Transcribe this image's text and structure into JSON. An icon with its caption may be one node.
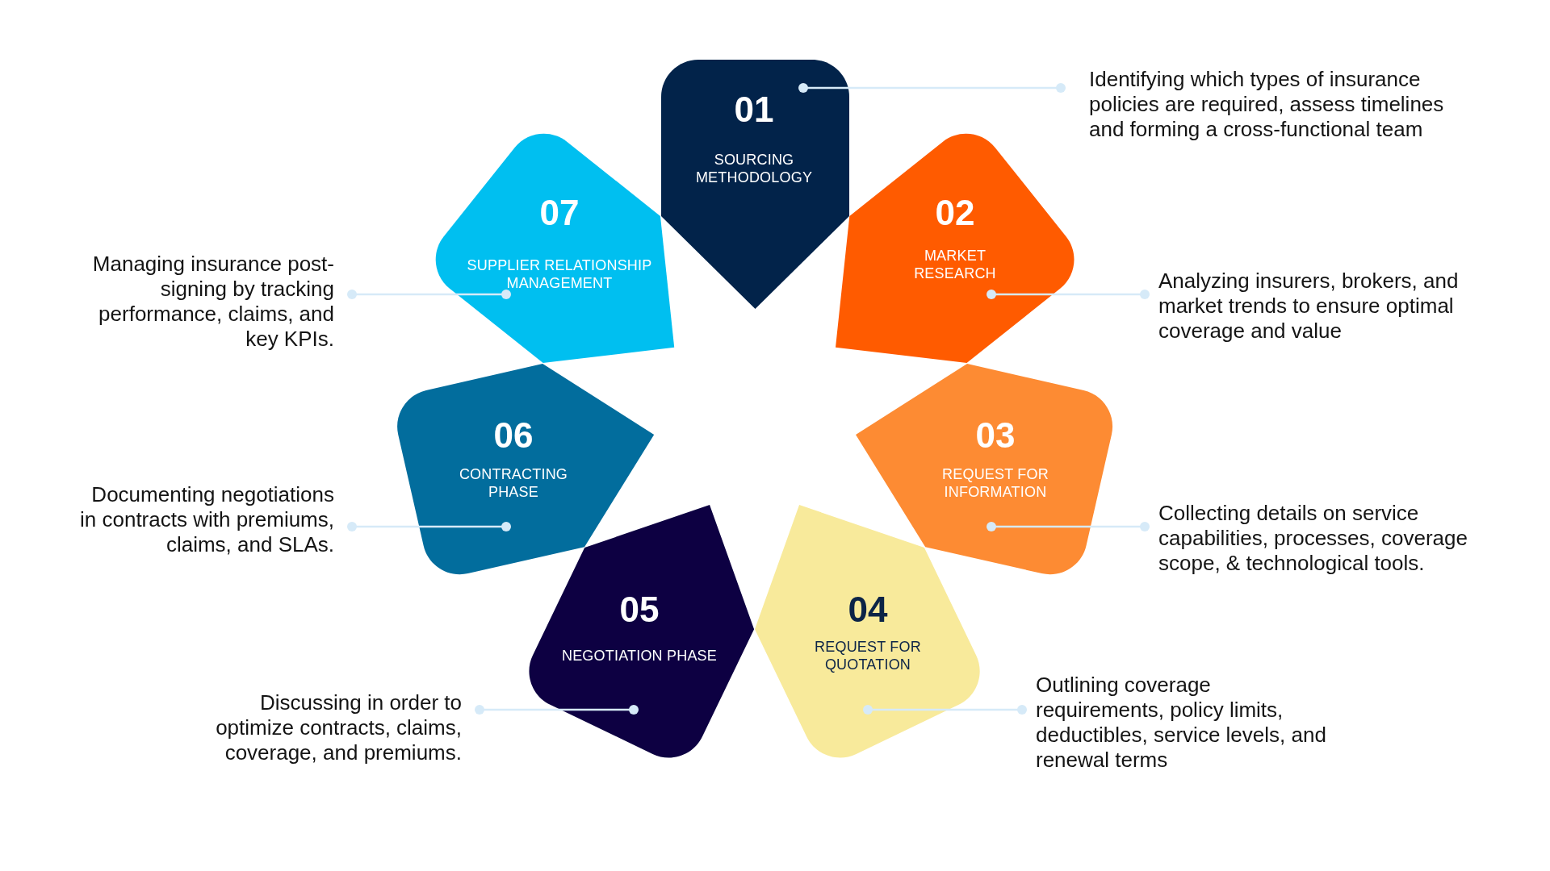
{
  "diagram": {
    "nodes": [
      {
        "text": [
          "01",
          "SOURCING METHODOLOGY"
        ]
      },
      {
        "text": [
          "02",
          "MARKET RESEARCH"
        ]
      },
      {
        "text": [
          "03",
          "REQUEST FOR INFORMATION"
        ]
      },
      {
        "text": [
          "04",
          "REQUEST FOR QUOTATION"
        ]
      },
      {
        "text": [
          "05",
          "NEGOTIATION PHASE"
        ]
      },
      {
        "text": [
          "06",
          "CONTRACTING PHASE"
        ]
      },
      {
        "text": [
          "07",
          "SUPPLIER RELATIONSHIP MANAGEMENT"
        ]
      },
      {
        "text": [
          "Identifying which types of insurance policies are required, assess timelines and forming a cross-functional team"
        ]
      },
      {
        "text": [
          "Analyzing insurers, brokers, and market trends to ensure optimal coverage and value"
        ]
      },
      {
        "text": [
          "Collecting details on service capabilities, processes, coverage scope, & technological tools."
        ]
      },
      {
        "text": [
          "Outlining coverage requirements, policy limits, deductibles, service levels, and renewal terms"
        ]
      },
      {
        "text": [
          "Discussing in order to optimize contracts, claims, coverage, and premiums."
        ]
      },
      {
        "text": [
          "Documenting negotiations in contracts with premiums, claims, and SLAs."
        ]
      },
      {
        "text": [
          "Managing insurance post-signing by tracking performance, claims, and key KPIs."
        ]
      }
    ],
    "edges": [
      {
        "from": 0,
        "to": 7,
        "arrow": "other"
      },
      {
        "from": 1,
        "to": 8,
        "arrow": "other"
      },
      {
        "from": 2,
        "to": 9,
        "arrow": "other"
      },
      {
        "from": 3,
        "to": 10,
        "arrow": "other"
      },
      {
        "from": 4,
        "to": 11,
        "arrow": "other"
      },
      {
        "from": 5,
        "to": 12,
        "arrow": "other"
      },
      {
        "from": 6,
        "to": 13,
        "arrow": "other"
      }
    ]
  }
}
